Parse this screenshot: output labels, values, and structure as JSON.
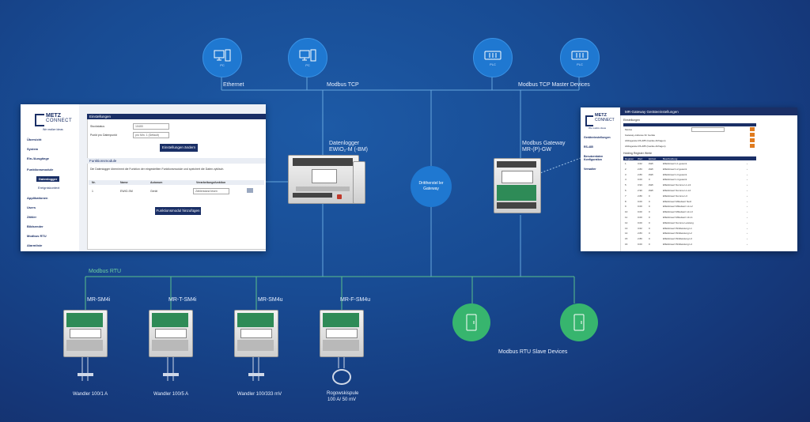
{
  "network": {
    "top_labels": {
      "ethernet": "Ethernet",
      "modbus_tcp": "Modbus TCP",
      "master_devices": "Modbus TCP Master Devices"
    },
    "pc_labels": [
      "PC",
      "PC",
      "PLC",
      "PLC"
    ],
    "datalogger": {
      "title": "Datenlogger",
      "model": "EWIO₂-M (-BM)"
    },
    "gateway": {
      "title": "Modbus Gateway",
      "model": "MR-(P)-GW"
    },
    "third_party": {
      "line1": "Drittherstel ler",
      "line2": "Gateway"
    },
    "rtu_label": "Modbus RTU",
    "slave_label": "Modbus RTU Slave Devices",
    "meters": [
      {
        "name": "MR-SM4i",
        "wandler": "Wandler 100/1 A"
      },
      {
        "name": "MR-T-SM4i",
        "wandler": "Wandler 100/5 A"
      },
      {
        "name": "MR-SM4u",
        "wandler": "Wandler 100/333 mV"
      },
      {
        "name": "MR-F-SM4u",
        "wandler_line1": "Rogowskispule",
        "wandler_line2": "100 A/ 50 mV"
      }
    ]
  },
  "left_screen": {
    "logo_line1": "METZ",
    "logo_line2": "CONNECT",
    "tagline": "We realize ideas",
    "nav": [
      "Übersicht",
      "System",
      "Ein-/Ausgänge",
      "Funktionsmodule",
      "Datenlogger",
      "Ereigniskontext",
      "Applikationen",
      "Users",
      "Zähler",
      "Bildsender",
      "Modbus RTU",
      "Alarmliste"
    ],
    "panel_title": "Einstellungen",
    "field1_label": "Stockstatus",
    "field1_value": "10400",
    "field2_label": "Punkt pro Datenpunkt",
    "field2_value": "pro Min. 1 (Default)",
    "save_button": "Einstellungen ändern",
    "section2_title": "Funktionsmodule",
    "description": "Die Datenlogger übernimmt die Funktion der eingestellten Funktionsmodule und speichert die Daten zyklisch.",
    "table_headers": [
      "Nr.",
      "Name",
      "Autonum",
      "Verarbeitungsfunktion"
    ],
    "table_row": [
      "1",
      "EWIO-SM",
      "Gerät",
      "Zählerstand lesen"
    ],
    "bottom_button": "Funktionsmodul hinzufügen"
  },
  "right_screen": {
    "logo_line1": "METZ",
    "logo_line2": "CONNECT",
    "tagline": "We realize ideas",
    "title": "MR-Gateway Geräteeinstellungen",
    "section1": "Einstellungen",
    "nav": [
      "Geräteeinstellungen",
      "RS-485",
      "Benutzerdaten Konfiguration",
      "Verwalter"
    ],
    "settings_rows": [
      "Modus",
      "Gateway-Adresse für Geräte",
      "Abfragerate RS-485 (Geräte Abfragen)",
      "Abfragerate RS-485 (Geräte Abfragen)"
    ],
    "section2": "Holding Register Werte",
    "reg_headers": [
      "Register",
      "Wert",
      "Einheit",
      "Beschreibung"
    ],
    "reg_rows": [
      [
        "1",
        "3.62",
        "kWh",
        "Effektivwert L1 gesamt"
      ],
      [
        "2",
        "2.83",
        "kWh",
        "Effektivwert L2 gesamt"
      ],
      [
        "3",
        "2.80",
        "kWh",
        "Effektivwert L3 gesamt"
      ],
      [
        "4",
        "0.00",
        "0",
        "Effektivwert L4 gesamt"
      ],
      [
        "5",
        "3.93",
        "kWh",
        "Effektivwert Summe L1-L3"
      ],
      [
        "6",
        "2.90",
        "kWh",
        "Effektivwert Summe L1-L2"
      ],
      [
        "7",
        "2.80",
        "0",
        "Effektivwert Summe L3"
      ],
      [
        "8",
        "0.00",
        "0",
        "Effektivwert Mittelwert Netz"
      ],
      [
        "9",
        "0.00",
        "0",
        "Effektivwert Mittelwert L1-L2"
      ],
      [
        "10",
        "0.00",
        "0",
        "Effektivwert Mittelwert L2-L3"
      ],
      [
        "11",
        "0.00",
        "0",
        "Effektivwert Mittelwert L3-L1"
      ],
      [
        "12",
        "0.00",
        "0",
        "Effektivwert Summe Leistung"
      ],
      [
        "13",
        "3.62",
        "0",
        "Effektivwert Wirkleistung L1"
      ],
      [
        "14",
        "2.83",
        "0",
        "Effektivwert Wirkleistung L2"
      ],
      [
        "15",
        "2.80",
        "0",
        "Effektivwert Wirkleistung L3"
      ],
      [
        "16",
        "0.00",
        "0",
        "Effektivwert Wirkleistung L4"
      ]
    ]
  },
  "colors": {
    "blue_node": "#1f78d1",
    "green_node": "#37b56e",
    "navy": "#1a2f66",
    "line": "#66a6dc",
    "rtu_line": "#5bc08a"
  }
}
